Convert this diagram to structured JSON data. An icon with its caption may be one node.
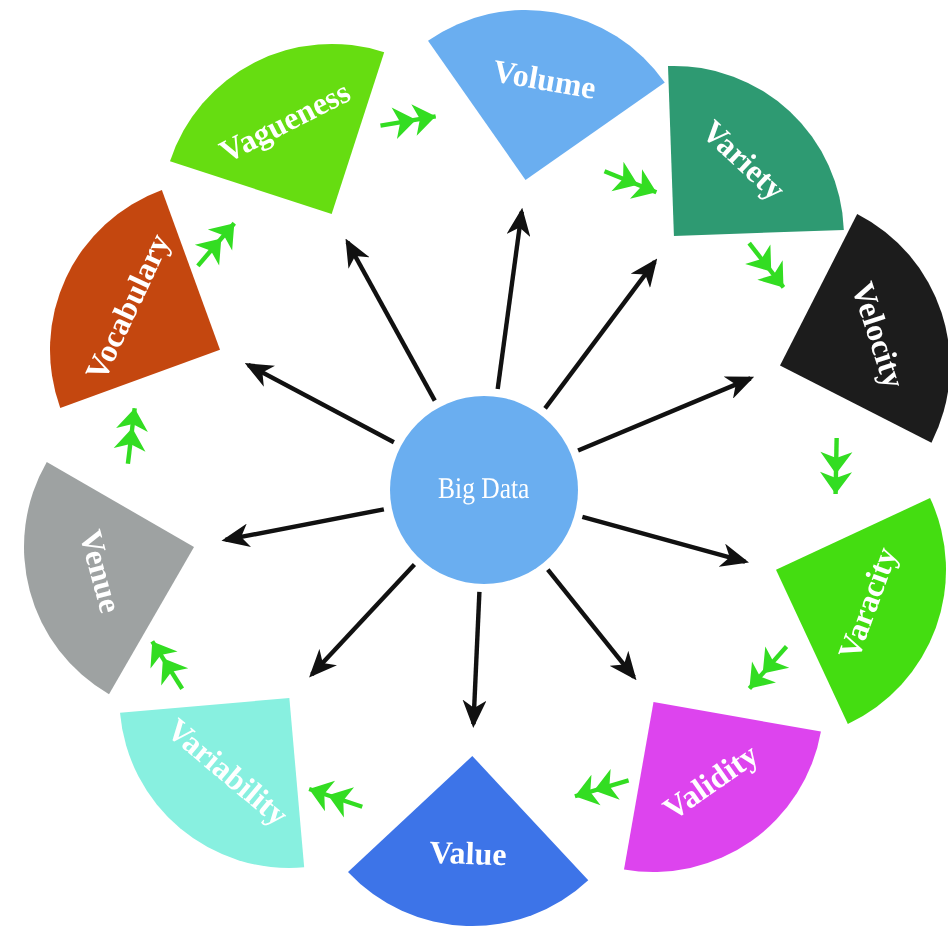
{
  "diagram": {
    "nodes": [
      {
        "text": [
          "Big Data"
        ]
      },
      {
        "text": [
          "Volume"
        ]
      },
      {
        "text": [
          "Variety"
        ]
      },
      {
        "text": [
          "Velocity"
        ]
      },
      {
        "text": [
          "Varacity"
        ]
      },
      {
        "text": [
          "Validity"
        ]
      },
      {
        "text": [
          "Value"
        ]
      },
      {
        "text": [
          "Variability"
        ]
      },
      {
        "text": [
          "Venue"
        ]
      },
      {
        "text": [
          "Vocabulary"
        ]
      },
      {
        "text": [
          "Vagueness"
        ]
      }
    ],
    "edges": [
      {
        "from": 0,
        "to": 1,
        "arrow": "to"
      },
      {
        "from": 0,
        "to": 2,
        "arrow": "to"
      },
      {
        "from": 0,
        "to": 3,
        "arrow": "to"
      },
      {
        "from": 0,
        "to": 4,
        "arrow": "to"
      },
      {
        "from": 0,
        "to": 5,
        "arrow": "to"
      },
      {
        "from": 0,
        "to": 6,
        "arrow": "to"
      },
      {
        "from": 0,
        "to": 7,
        "arrow": "to"
      },
      {
        "from": 0,
        "to": 8,
        "arrow": "to"
      },
      {
        "from": 0,
        "to": 9,
        "arrow": "to"
      },
      {
        "from": 0,
        "to": 10,
        "arrow": "to"
      },
      {
        "from": 1,
        "to": 2,
        "arrow": "to",
        "color": "#33dd22"
      },
      {
        "from": 2,
        "to": 3,
        "arrow": "to",
        "color": "#33dd22"
      },
      {
        "from": 3,
        "to": 4,
        "arrow": "to",
        "color": "#33dd22"
      },
      {
        "from": 4,
        "to": 5,
        "arrow": "to",
        "color": "#33dd22"
      },
      {
        "from": 5,
        "to": 6,
        "arrow": "to",
        "color": "#33dd22"
      },
      {
        "from": 6,
        "to": 7,
        "arrow": "to",
        "color": "#33dd22"
      },
      {
        "from": 7,
        "to": 8,
        "arrow": "to",
        "color": "#33dd22"
      },
      {
        "from": 8,
        "to": 9,
        "arrow": "to",
        "color": "#33dd22"
      },
      {
        "from": 9,
        "to": 10,
        "arrow": "to",
        "color": "#33dd22"
      },
      {
        "from": 10,
        "to": 1,
        "arrow": "to",
        "color": "#33dd22"
      }
    ]
  }
}
